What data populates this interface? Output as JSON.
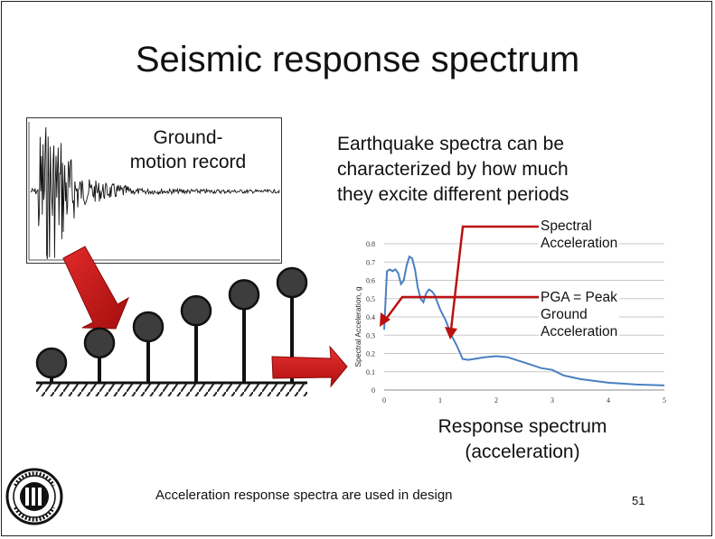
{
  "slide": {
    "title": "Seismic response spectrum",
    "record_label": "Ground-\nmotion record",
    "caption_lines": [
      "Earthquake spectra can be",
      "characterized by how much",
      "they excite different periods"
    ],
    "annotation_sa": [
      "Spectral",
      "Acceleration"
    ],
    "annotation_pga": [
      "PGA = Peak",
      "Ground",
      "Acceleration"
    ],
    "spectrum_title": [
      "Response spectrum",
      "(acceleration)"
    ],
    "footer": "Acceleration response spectra are used in design",
    "slide_number": "51",
    "logo": "AISC seal"
  },
  "colors": {
    "arrow_red": "#cc1111",
    "annotation_red": "#bb1111",
    "curve_blue": "#4a7fc1",
    "bulb_fill": "#3d3d3d"
  },
  "chart_data": {
    "type": "line",
    "title": "",
    "xlabel": "",
    "ylabel": "Spectral Acceleration, g",
    "xlim": [
      0,
      5
    ],
    "ylim": [
      0,
      0.8
    ],
    "x_ticks": [
      "0",
      "1",
      "2",
      "3",
      "4",
      "5"
    ],
    "y_ticks": [
      "0",
      "0.1",
      "0.2",
      "0.3",
      "0.4",
      "0.5",
      "0.6",
      "0.7",
      "0.8"
    ],
    "grid": "horizontal",
    "series": [
      {
        "x": [
          0,
          0.05,
          0.1,
          0.15,
          0.2,
          0.25,
          0.3,
          0.35,
          0.4,
          0.45,
          0.5,
          0.55,
          0.6,
          0.65,
          0.7,
          0.75,
          0.8,
          0.85,
          0.9,
          0.95,
          1.0,
          1.1,
          1.2,
          1.3,
          1.4,
          1.5,
          1.6,
          1.8,
          2.0,
          2.2,
          2.4,
          2.6,
          2.8,
          3.0,
          3.2,
          3.5,
          4.0,
          4.5,
          5.0
        ],
        "y": [
          0.33,
          0.65,
          0.66,
          0.65,
          0.66,
          0.64,
          0.58,
          0.6,
          0.68,
          0.73,
          0.72,
          0.66,
          0.56,
          0.5,
          0.48,
          0.53,
          0.55,
          0.54,
          0.52,
          0.48,
          0.44,
          0.38,
          0.3,
          0.24,
          0.17,
          0.165,
          0.17,
          0.18,
          0.185,
          0.18,
          0.16,
          0.14,
          0.12,
          0.11,
          0.08,
          0.06,
          0.04,
          0.03,
          0.025
        ]
      }
    ]
  },
  "pga_value": 0.33,
  "supports": [
    {
      "relative_height": 0.0
    },
    {
      "relative_height": 0.25
    },
    {
      "relative_height": 0.45
    },
    {
      "relative_height": 0.65
    },
    {
      "relative_height": 0.85
    },
    {
      "relative_height": 1.0
    }
  ]
}
